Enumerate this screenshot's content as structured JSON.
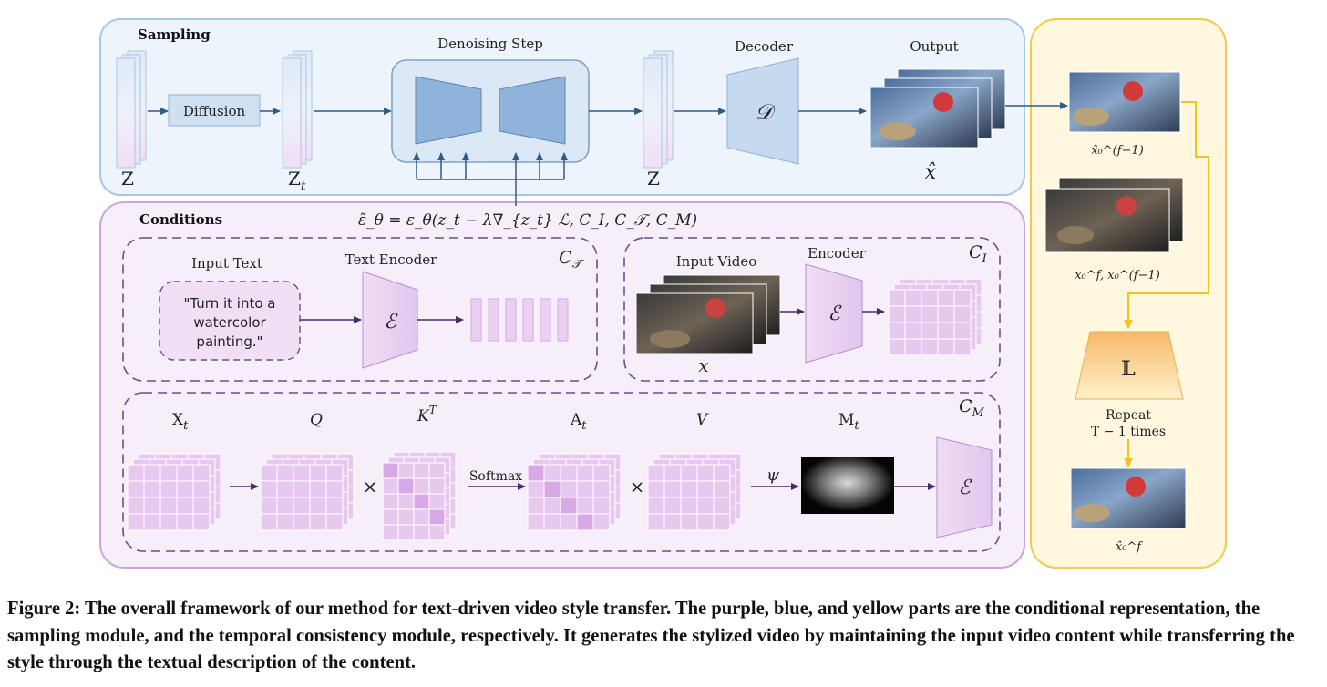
{
  "colors": {
    "sampling_fill": "#eef4fb",
    "sampling_border": "#a9c7e3",
    "conditions_fill": "#f6effa",
    "conditions_border": "#c9a6dc",
    "temporal_fill": "#fff8df",
    "temporal_border": "#f2c94c",
    "blue_block": "#8fb3db",
    "purple_cell": "#e7c8ef",
    "purple_cell_dark": "#d9a9e6",
    "flow_purple": "#4a2a6a",
    "flow_blue": "#2f5b84",
    "yellow_arrow": "#f0c419"
  },
  "sampling": {
    "title": "Sampling",
    "z_label": "Z",
    "diffusion": "Diffusion",
    "zt_label": "Z",
    "zt_sub": "t",
    "denoise_title": "Denoising Step",
    "z2_label": "Z",
    "decoder_title": "Decoder",
    "decoder_symbol": "𝒟",
    "output_title": "Output",
    "output_symbol": "x̂"
  },
  "formula": "ε̃_θ = ε_θ(z_t − λ∇_{z_t} ℒ, C_I, C_𝒯, C_M)",
  "conditions": {
    "title": "Conditions",
    "text_panel": {
      "corner": "C",
      "corner_sub": "𝒯",
      "input_title": "Input Text",
      "prompt_lines": [
        "\"Turn it into a",
        "watercolor",
        "painting.\""
      ],
      "encoder_title": "Text Encoder",
      "encoder_symbol": "ℰ"
    },
    "video_panel": {
      "corner": "C",
      "corner_sub": "I",
      "input_title": "Input Video",
      "video_symbol": "𝑥",
      "encoder_title": "Encoder",
      "encoder_symbol": "ℰ"
    },
    "mask_panel": {
      "corner": "C",
      "corner_sub": "M",
      "x_label": "X",
      "x_sub": "t",
      "q_label": "Q",
      "k_label": "K",
      "k_sup": "T",
      "softmax": "Softmax",
      "a_label": "A",
      "a_sub": "t",
      "v_label": "V",
      "m_label": "M",
      "m_sub": "t",
      "psi": "ψ",
      "times": "×",
      "encoder_symbol": "ℰ"
    }
  },
  "temporal": {
    "frame_top_label": "x̂₀^(f−1)",
    "frame_mid_label": "x₀^f, x₀^(f−1)",
    "loss_symbol": "𝕃",
    "repeat_line1": "Repeat",
    "repeat_line2": "T − 1 times",
    "frame_bottom_label": "x̂₀^f"
  },
  "caption": "Figure 2: The overall framework of our method for text-driven video style transfer. The purple, blue, and yellow parts are the conditional representation, the sampling module, and the temporal consistency module, respectively. It generates the stylized video by maintaining the input video content while transferring the style through the textual description of the content."
}
